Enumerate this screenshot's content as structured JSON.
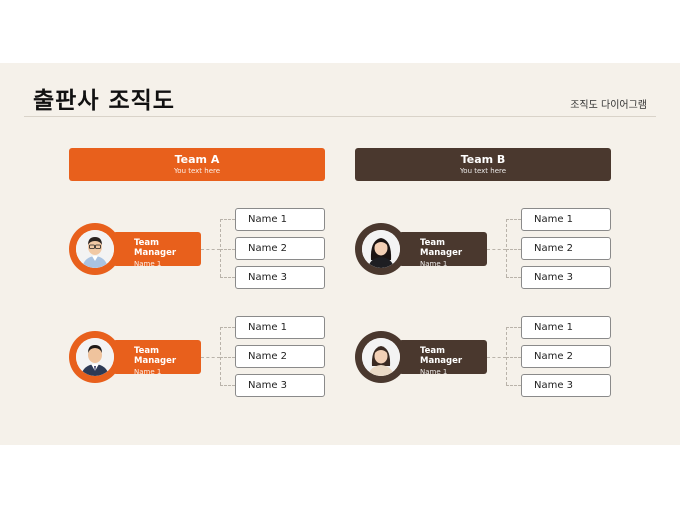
{
  "title": "출판사 조직도",
  "subtitle": "조직도 다이어그램",
  "teams": [
    {
      "name": "Team A",
      "subtext": "You text here",
      "color": "#e8601c",
      "groups": [
        {
          "role": "Team Manager",
          "manager": "Name 1",
          "members": [
            "Name 1",
            "Name 2",
            "Name 3"
          ]
        },
        {
          "role": "Team Manager",
          "manager": "Name 1",
          "members": [
            "Name 1",
            "Name 2",
            "Name 3"
          ]
        }
      ]
    },
    {
      "name": "Team B",
      "subtext": "You text here",
      "color": "#4a382e",
      "groups": [
        {
          "role": "Team Manager",
          "manager": "Name 1",
          "members": [
            "Name 1",
            "Name 2",
            "Name 3"
          ]
        },
        {
          "role": "Team Manager",
          "manager": "Name 1",
          "members": [
            "Name 1",
            "Name 2",
            "Name 3"
          ]
        }
      ]
    }
  ]
}
